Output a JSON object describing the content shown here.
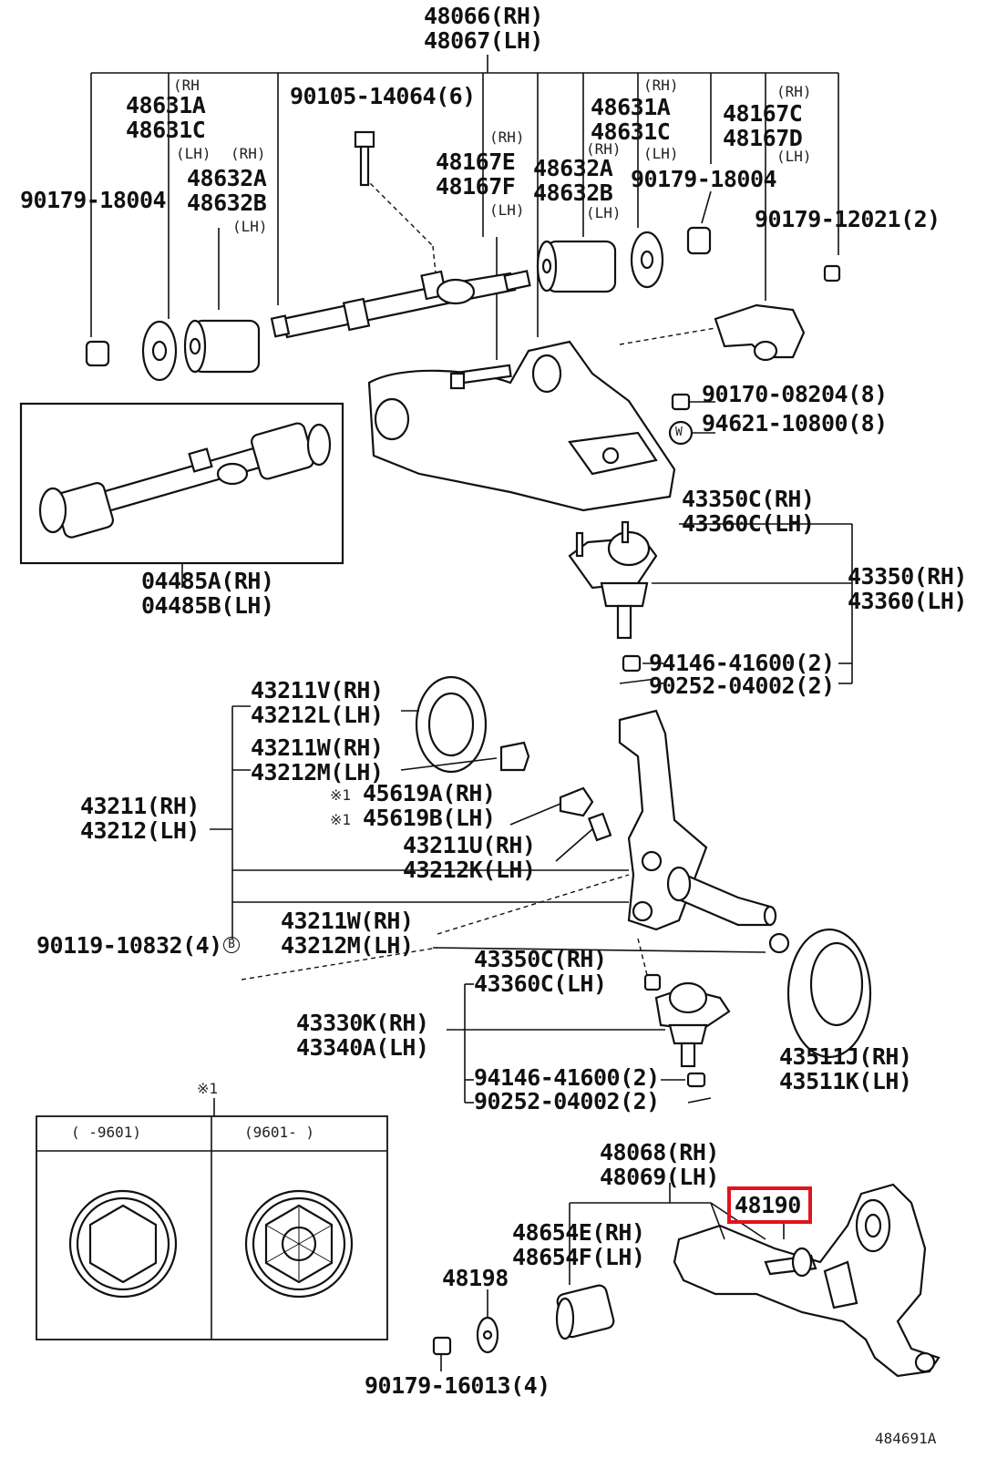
{
  "figure_id": "484691A",
  "highlighted_part": "48190",
  "labels": {
    "p48066": "48066(RH)",
    "p48067": "48067(LH)",
    "p48631A_l": "48631A",
    "p48631C_l": "48631C",
    "p48632A_l": "48632A",
    "p48632B_l": "48632B",
    "p90179_18004_l": "90179-18004",
    "p90105": "90105-14064(6)",
    "p48167E": "48167E",
    "p48167F": "48167F",
    "p48632A_r": "48632A",
    "p48632B_r": "48632B",
    "p48631A_r": "48631A",
    "p48631C_r": "48631C",
    "p90179_18004_r": "90179-18004",
    "p48167C": "48167C",
    "p48167D": "48167D",
    "p90179_12021": "90179-12021(2)",
    "p90170": "90170-08204(8)",
    "p94621": "94621-10800(8)",
    "p04485A": "04485A(RH)",
    "p04485B": "04485B(LH)",
    "p43350C_u": "43350C(RH)",
    "p43360C_u": "43360C(LH)",
    "p43350": "43350(RH)",
    "p43360": "43360(LH)",
    "p94146_u": "94146-41600(2)",
    "p90252_u": "90252-04002(2)",
    "p43211V": "43211V(RH)",
    "p43212L": "43212L(LH)",
    "p43211W_u": "43211W(RH)",
    "p43212M_u": "43212M(LH)",
    "p45619A": "45619A(RH)",
    "p45619B": "45619B(LH)",
    "p43211": "43211(RH)",
    "p43212": "43212(LH)",
    "p43211U": "43211U(RH)",
    "p43212K": "43212K(LH)",
    "p43211W_l": "43211W(RH)",
    "p43212M_l": "43212M(LH)",
    "p90119": "90119-10832(4)",
    "p43350C_l": "43350C(RH)",
    "p43360C_l": "43360C(LH)",
    "p43330K": "43330K(RH)",
    "p43340A": "43340A(LH)",
    "p94146_l": "94146-41600(2)",
    "p90252_l": "90252-04002(2)",
    "p43511J": "43511J(RH)",
    "p43511K": "43511K(LH)",
    "p48068": "48068(RH)",
    "p48069": "48069(LH)",
    "p48190": "48190",
    "p48654E": "48654E(RH)",
    "p48654F": "48654F(LH)",
    "p48198": "48198",
    "p90179_16013": "90179-16013(4)"
  },
  "side_marks": {
    "rh": "(RH",
    "rh2": "(RH)",
    "lh": "(LH)",
    "lh_open": "(LH"
  },
  "note_mark": "※1",
  "note_mark_prefixed": "※1",
  "washer_letter": "W",
  "bolt_letter": "B",
  "note_table": {
    "header_left": "(   -9601)",
    "header_right": "(9601-   )"
  }
}
